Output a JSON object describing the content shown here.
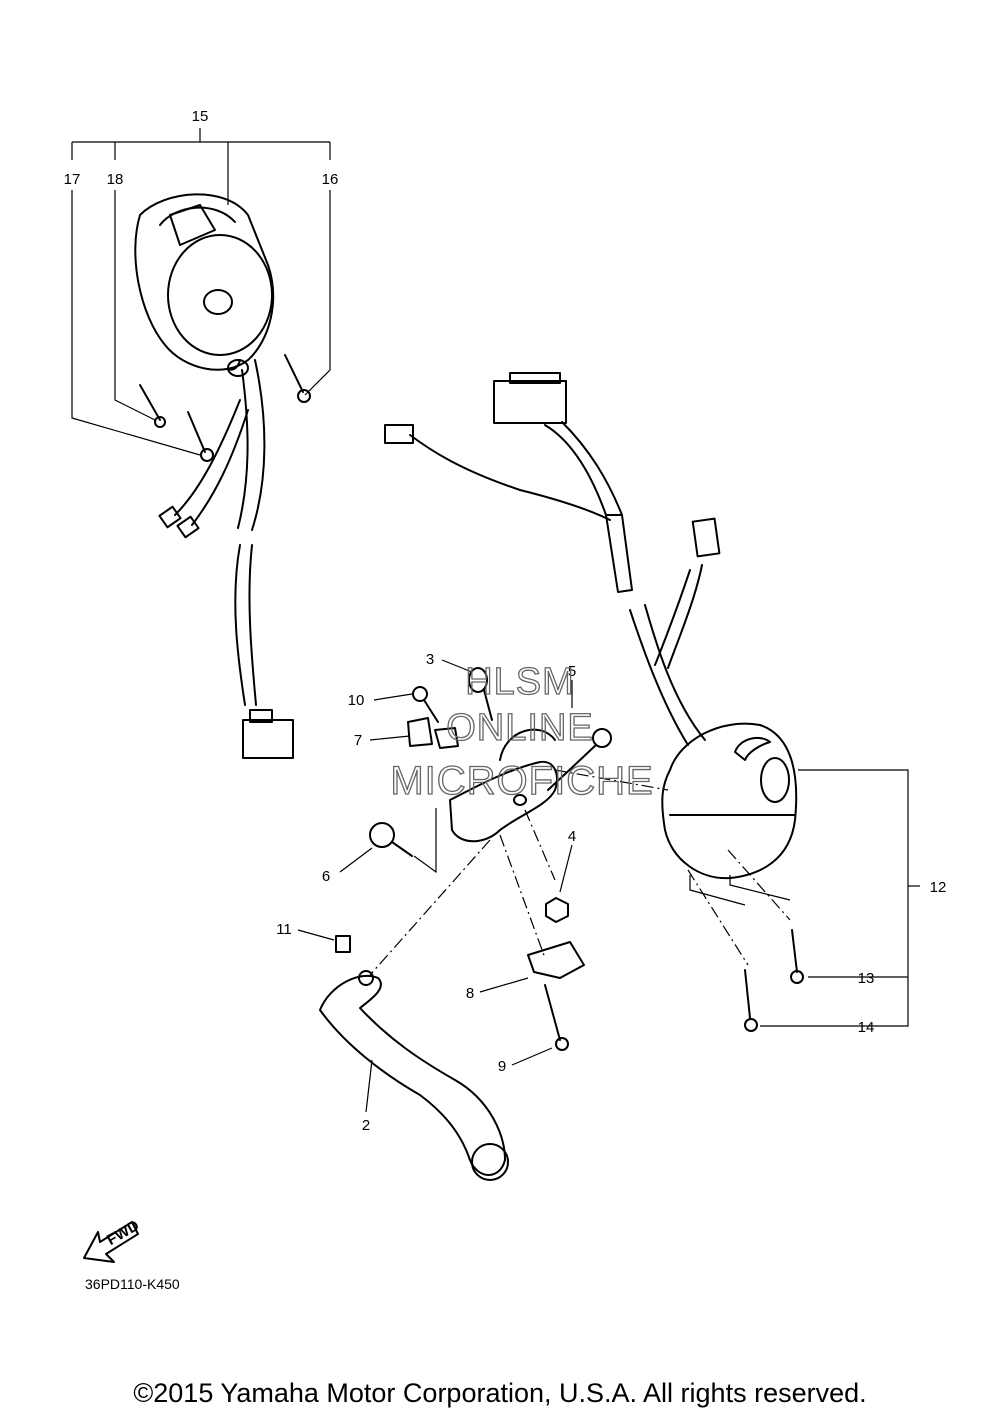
{
  "callouts": [
    "15",
    "17",
    "18",
    "16",
    "3",
    "5",
    "10",
    "7",
    "6",
    "4",
    "11",
    "8",
    "9",
    "2",
    "12",
    "13",
    "14"
  ],
  "watermark": [
    "HLSM",
    "ONLINE",
    "MICROFICHE"
  ],
  "fwd_label": "FWD",
  "diagram_code": "36PD110-K450",
  "copyright": "©2015 Yamaha Motor Corporation, U.S.A. All rights reserved."
}
